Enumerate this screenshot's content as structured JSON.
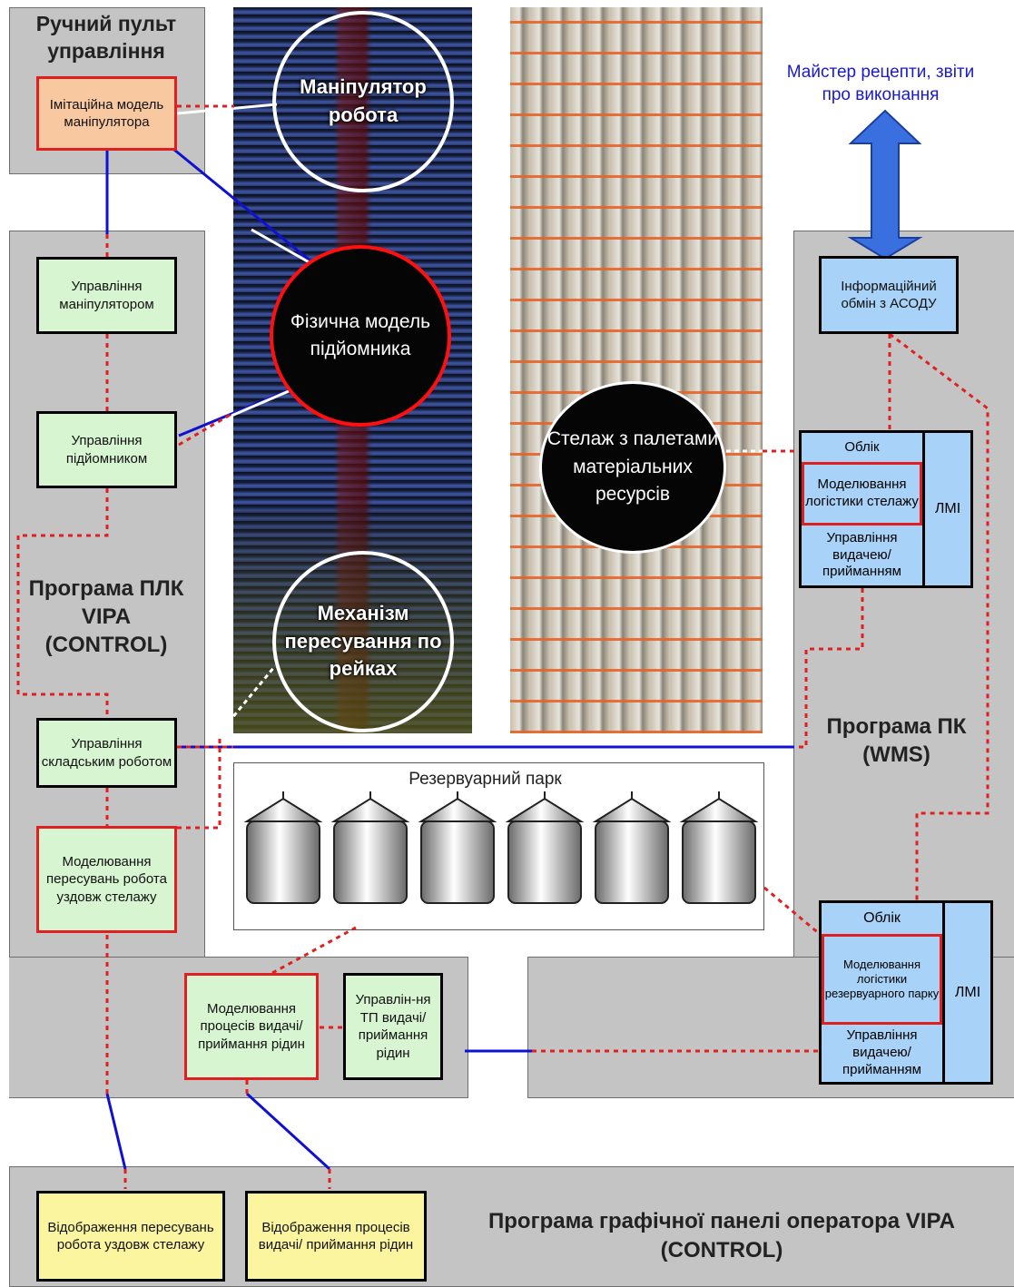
{
  "manual_panel": {
    "title": "Ручний пульт управління",
    "imitation_box": "Імітаційна модель маніпулятора"
  },
  "plc": {
    "title": "Програма ПЛК VIPA (CONTROL)",
    "boxes": {
      "manipulator": "Управління маніпулятором",
      "lift": "Управління підйомником",
      "robot": "Управління складським роботом",
      "movement_model": "Моделювання пересувань робота уздовж стелажу",
      "liquid_model": "Моделювання процесів видачі/ приймання рідин",
      "tp_control": "Управлін-ня ТП видачі/ приймання рідин"
    }
  },
  "circles": {
    "manipulator": "Маніпулятор робота",
    "lift_model": "Фізична модель підйомника",
    "rail_mechanism": "Механізм пересування по рейках",
    "rack": "Стелаж з палетами матеріальних ресурсів"
  },
  "tank_farm": {
    "title": "Резервуарний парк",
    "tank_count": 6
  },
  "wms": {
    "title": "Програма ПК (WMS)",
    "top_label": "Майстер рецепти, звіти про виконання",
    "info_exchange": "Інформаційний обмін з АСОДУ",
    "upper_block": {
      "accounting": "Облік",
      "modeling": "Моделювання логістики стелажу",
      "control": "Управління видачею/ прийманням",
      "hmi": "ЛМІ"
    },
    "lower_block": {
      "accounting": "Облік",
      "modeling": "Моделювання логістики резервуарного парку",
      "control": "Управління видачею/ прийманням",
      "hmi": "ЛМІ"
    }
  },
  "operator_panel": {
    "title": "Програма графічної панелі оператора VIPA (CONTROL)",
    "display_movement": "Відображення пересувань робота уздовж стелажу",
    "display_liquids": "Відображення процесів видачі/ приймання рідин"
  },
  "colors": {
    "panel_gray": "#c4c4c4",
    "link_red": "#e02020",
    "link_blue": "#1010d0",
    "box_green": "#d8f5d2",
    "box_yellow": "#fbf5a0",
    "box_blue": "#a8d2f7",
    "box_salmon": "#f8c8a0",
    "arrow_blue": "#3a6fe0"
  }
}
